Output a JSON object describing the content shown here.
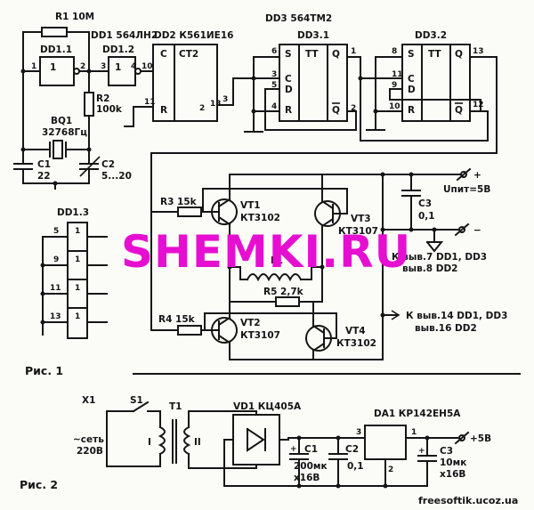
{
  "fig1": {
    "caption": "Рис. 1",
    "r1": "R1 10M",
    "dd1_title": "DD1 564ЛН2",
    "dd1_1": "DD1.1",
    "dd1_2": "DD1.2",
    "dd1_3": "DD1.3",
    "dd2_title": "DD2 К561ИЕ16",
    "dd2_c": "C",
    "dd2_ct": "CT2",
    "dd2_r": "R",
    "dd3_title": "DD3 564ТМ2",
    "dd3_1": "DD3.1",
    "dd3_2": "DD3.2",
    "ff_s": "S",
    "ff_tt": "TT",
    "ff_q": "Q",
    "ff_c": "C",
    "ff_d": "D",
    "ff_r": "R",
    "ff_qn": "Q",
    "inv_one": "1",
    "r2": "R2",
    "r2_val": "100k",
    "bq1": "BQ1",
    "bq1_val": "32768Гц",
    "c1": "C1",
    "c1_val": "22",
    "c2": "C2",
    "c2_val": "5...20",
    "r3": "R3 15k",
    "r4": "R4 15k",
    "r5": "R5 2,7k",
    "l1": "L1",
    "vt1": "VT1",
    "vt1_type": "КТ3102",
    "vt2": "VT2",
    "vt2_type": "КТ3107",
    "vt3": "VT3",
    "vt3_type": "КТ3107",
    "vt4": "VT4",
    "vt4_type": "КТ3102",
    "c3": "C3",
    "c3_val": "0,1",
    "plus": "+",
    "minus": "−",
    "upit": "Uпит=5В",
    "note_gnd_1": "К выв.7 DD1, DD3",
    "note_gnd_2": "выв.8 DD2",
    "note_pwr_1": "К выв.14 DD1, DD3",
    "note_pwr_2": "выв.16 DD2",
    "pins": {
      "p1": "1",
      "p2": "2",
      "p3": "3",
      "p4": "4",
      "p10": "10",
      "p11": "11",
      "p2b": "2",
      "p13": "13",
      "p3b": "3",
      "p6": "6",
      "p3c": "3",
      "p5": "5",
      "p4b": "4",
      "p1b": "1",
      "p2c": "2",
      "p8": "8",
      "p11b": "11",
      "p9": "9",
      "p10b": "10",
      "p13b": "13",
      "p12": "12",
      "g5": "5",
      "g9": "9",
      "g11": "11",
      "g13": "13"
    }
  },
  "fig2": {
    "caption": "Рис. 2",
    "x1": "X1",
    "s1": "S1",
    "t1": "T1",
    "mains_1": "~сеть",
    "mains_2": "220В",
    "winding_1": "I",
    "winding_2": "II",
    "vd1": "VD1 КЦ405А",
    "da1": "DA1 КР142ЕН5А",
    "pin3": "3",
    "pin1": "1",
    "pin2": "2",
    "c1": "C1",
    "c1_val_1": "200мк",
    "c1_val_2": "х16В",
    "c2": "C2",
    "c2_val": "0,1",
    "c3": "C3",
    "c3_val_1": "10мк",
    "c3_val_2": "х16В",
    "out": "+5В"
  },
  "watermark": "SHEMKI.RU",
  "site": "freesoftik.ucoz.ua"
}
